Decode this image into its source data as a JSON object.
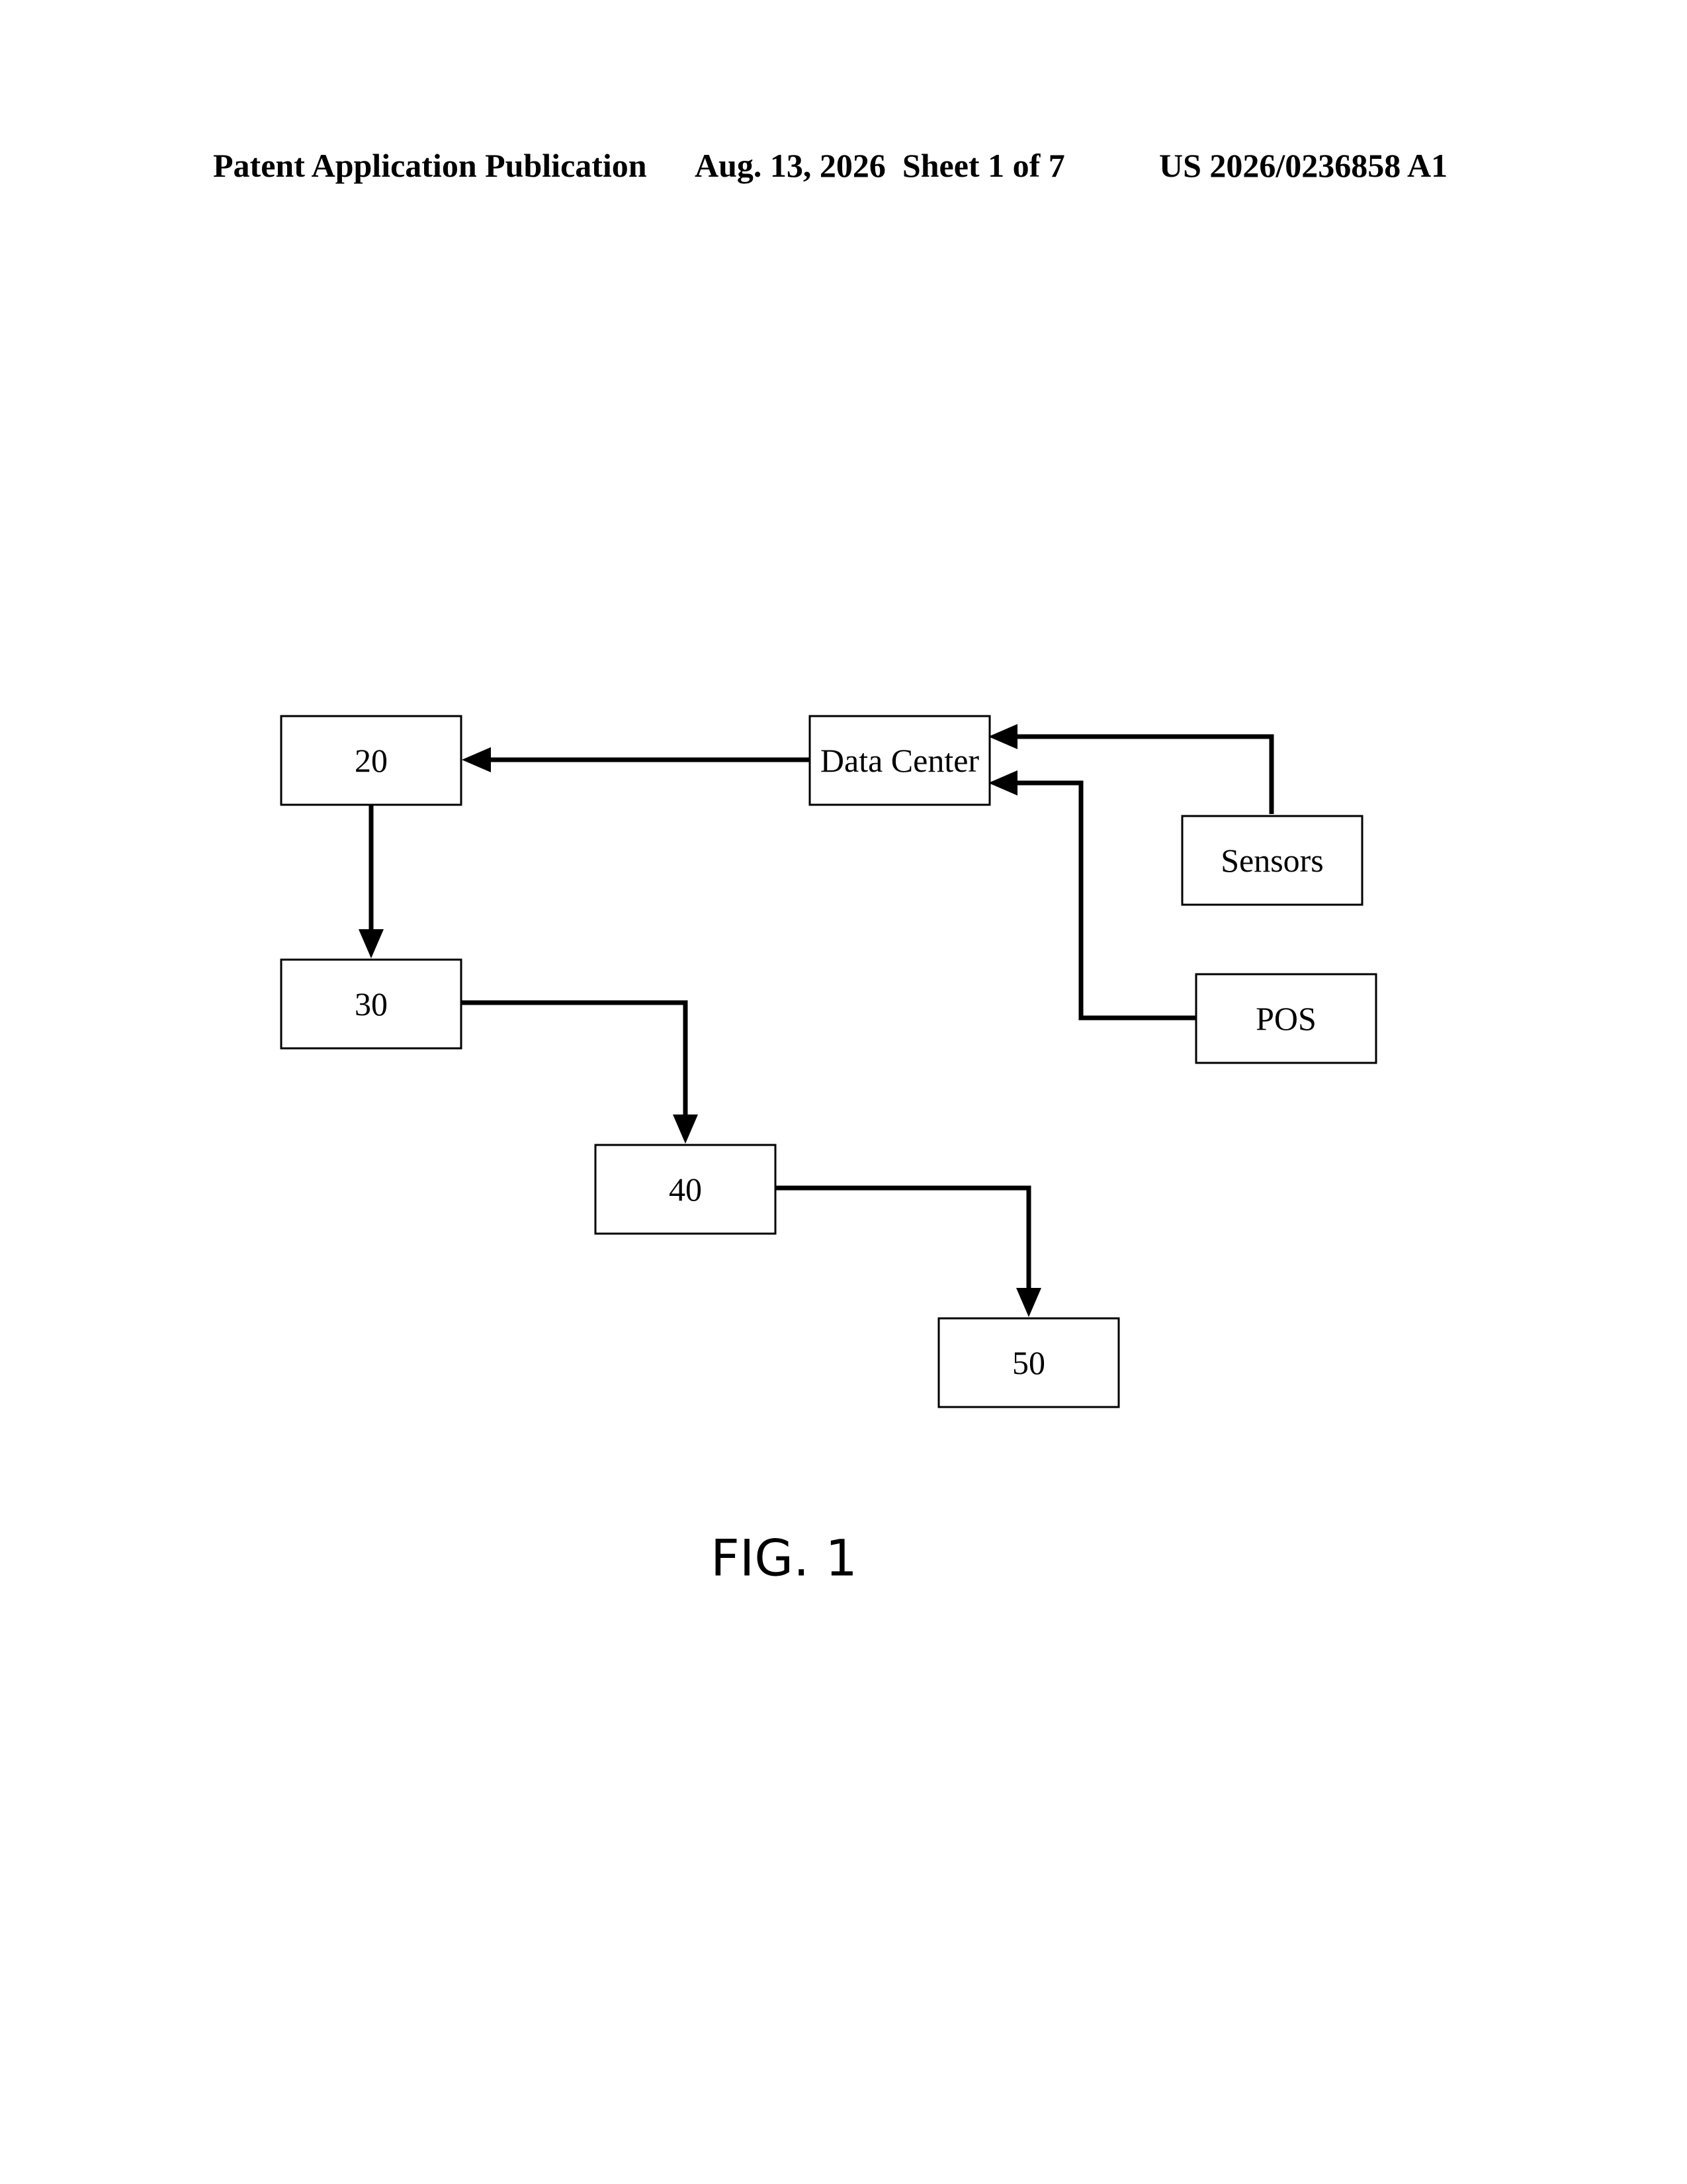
{
  "header": {
    "publication": "Patent Application Publication",
    "date_sheet": "Aug. 13, 2026  Sheet 1 of 7",
    "number": "US 2026/0236858 A1"
  },
  "diagram": {
    "nodes": {
      "n20": "20",
      "n30": "30",
      "n40": "40",
      "n50": "50",
      "data_center": "Data Center",
      "sensors": "Sensors",
      "pos": "POS"
    },
    "edges": [
      {
        "from": "Sensors",
        "to": "Data Center"
      },
      {
        "from": "POS",
        "to": "Data Center"
      },
      {
        "from": "Data Center",
        "to": "20"
      },
      {
        "from": "20",
        "to": "30"
      },
      {
        "from": "30",
        "to": "40"
      },
      {
        "from": "40",
        "to": "50"
      }
    ]
  },
  "figure_label": "FIG. 1"
}
